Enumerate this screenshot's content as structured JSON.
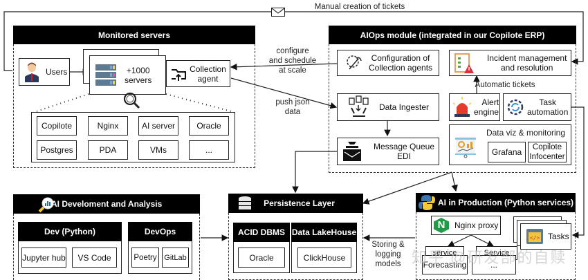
{
  "edges": {
    "manual_tickets": "Manual creation of tickets",
    "configure": "configure\nand schedule\nat scale",
    "push_json": "push json\ndata",
    "automatic_tickets": "Automatic tickets",
    "storing": "Storing &\nlogging\nmodels"
  },
  "monitored": {
    "title": "Monitored servers",
    "users": "Users",
    "servers": "+1000\nservers",
    "collection_agent": "Collection\nagent",
    "server_types": [
      "Copilote",
      "Nginx",
      "AI server",
      "Oracle",
      "Postgres",
      "PDA",
      "VMs",
      "..."
    ]
  },
  "aiops": {
    "title": "AIOps module (integrated in our Copilote ERP)",
    "config_agents": "Configuration of\nCollection agents",
    "incident": "Incident management\nand resolution",
    "data_ingester": "Data Ingester",
    "message_queue": "Message Queue\nEDI",
    "alert_engine": "Alert\nengine",
    "task_automation": "Task\nautomation",
    "dataviz": "Data viz & monitoring",
    "grafana": "Grafana",
    "infocenter": "Copilote\nInfocenter"
  },
  "aidev": {
    "title": "AI Develoment and Analysis",
    "dev_title": "Dev (Python)",
    "jupyter": "Jupyter hub",
    "vscode": "VS Code",
    "devops_title": "DevOps",
    "poetry": "Poetry",
    "gitlab": "GitLab"
  },
  "persistence": {
    "title": "Persistence Layer",
    "acid_title": "ACID DBMS",
    "oracle": "Oracle",
    "lakehouse_title": "Data LakeHouse",
    "clickhouse": "ClickHouse"
  },
  "aiprod": {
    "title": "AI in Production (Python services)",
    "nginx": "Nginx proxy",
    "nginx_letter": "N",
    "tasks": "Tasks",
    "service1": "service",
    "forecasting": "Forecasting",
    "service2": "Service",
    "ellipsis": "..."
  },
  "watermark": "知乎 @研发部的自赎"
}
